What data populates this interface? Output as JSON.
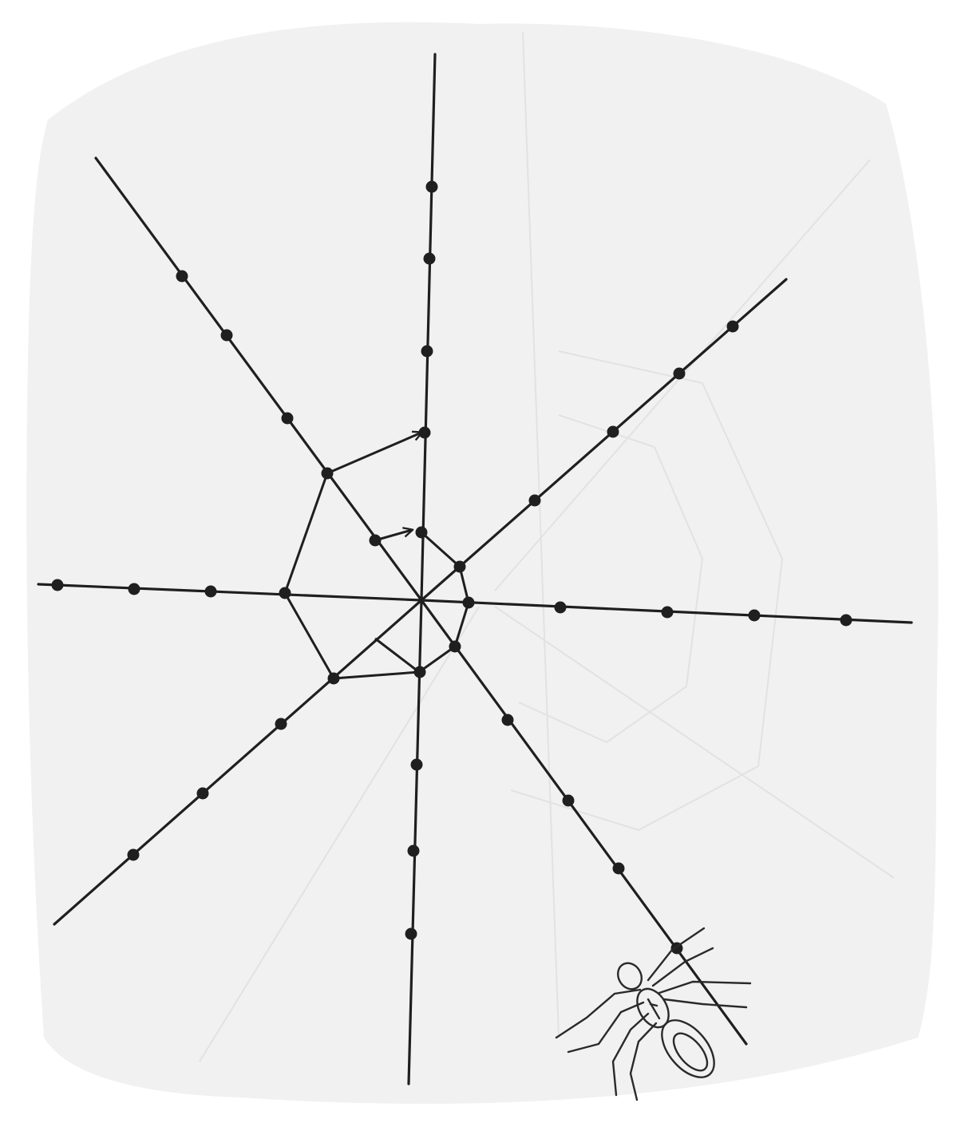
{
  "diagram": {
    "colors": {
      "background": "#ffffff",
      "paper": "#f1f1f1",
      "ink": "#1f1f1f",
      "faint_web": "#e2e2e2"
    },
    "radial_threads": 8,
    "bead_count": 37,
    "spiral_segments": 2,
    "arrows": 2,
    "figure": "spider-icon"
  }
}
